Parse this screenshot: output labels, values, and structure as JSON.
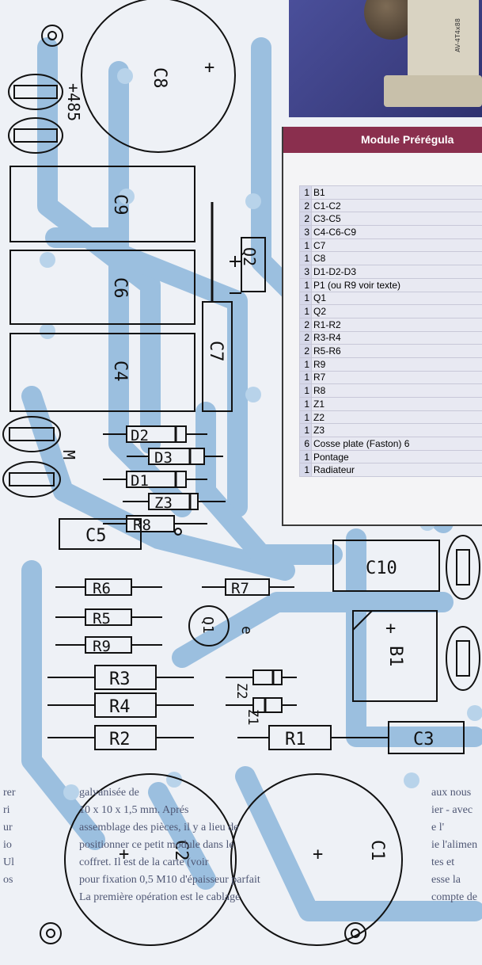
{
  "photo": {
    "component_marking": "AV-4T4x88"
  },
  "panel": {
    "title": "Module Prérégula"
  },
  "bom": [
    {
      "qty": "1",
      "ref": "B1"
    },
    {
      "qty": "2",
      "ref": "C1-C2"
    },
    {
      "qty": "2",
      "ref": "C3-C5"
    },
    {
      "qty": "3",
      "ref": "C4-C6-C9"
    },
    {
      "qty": "1",
      "ref": "C7"
    },
    {
      "qty": "1",
      "ref": "C8"
    },
    {
      "qty": "3",
      "ref": "D1-D2-D3"
    },
    {
      "qty": "1",
      "ref": "P1 (ou R9 voir texte)"
    },
    {
      "qty": "1",
      "ref": "Q1"
    },
    {
      "qty": "1",
      "ref": "Q2"
    },
    {
      "qty": "2",
      "ref": "R1-R2"
    },
    {
      "qty": "2",
      "ref": "R3-R4"
    },
    {
      "qty": "2",
      "ref": "R5-R6"
    },
    {
      "qty": "1",
      "ref": "R9"
    },
    {
      "qty": "1",
      "ref": "R7"
    },
    {
      "qty": "1",
      "ref": "R8"
    },
    {
      "qty": "1",
      "ref": "Z1"
    },
    {
      "qty": "1",
      "ref": "Z2"
    },
    {
      "qty": "1",
      "ref": "Z3"
    },
    {
      "qty": "6",
      "ref": "Cosse plate (Faston) 6"
    },
    {
      "qty": "1",
      "ref": "Pontage"
    },
    {
      "qty": "1",
      "ref": "Radiateur"
    }
  ],
  "pcb": {
    "caps": {
      "c8": "C8",
      "c9": "C9",
      "c6": "C6",
      "c4": "C4",
      "c7": "C7",
      "c5": "C5",
      "c10": "C10",
      "c3": "C3",
      "c1": "C1",
      "c2": "C2"
    },
    "resistors": {
      "r6": "R6",
      "r7": "R7",
      "r5": "R5",
      "r9": "R9",
      "r3": "R3",
      "r4": "R4",
      "r2": "R2",
      "r1": "R1",
      "r8": "R8"
    },
    "diodes": {
      "d2": "D2",
      "d3": "D3",
      "d1": "D1",
      "z3": "Z3"
    },
    "zener_labels": {
      "z2": "Z2",
      "z1": "Z1"
    },
    "transistors": {
      "q2": "Q2",
      "q1": "Q1",
      "emitter": "e"
    },
    "bridge": "B1",
    "connectors": {
      "plus485": "+485",
      "m": "M"
    },
    "polarity": "+"
  },
  "article": {
    "col1": [
      "rer",
      "ri",
      "ur",
      "io",
      "Ul",
      "os"
    ],
    "col2": [
      "aux nous",
      "ier - avec",
      "e l'",
      "ie l'alimen",
      "tes et",
      "esse la",
      "compte de"
    ],
    "col3": [
      "galvanisée de",
      "10 x 10 x 1,5 mm. Aprés",
      "assemblage des pièces, il y a lieu de",
      "positionner ce petit module dans le",
      "coffret. Il est de la carte (voir",
      "pour fixation 0,5 M10 d'épaisseur parfait",
      "La première opération est le cablage"
    ]
  },
  "colors": {
    "copper": "#8fb8dc",
    "panel_header": "#8a2f4e",
    "silk": "#111111"
  }
}
